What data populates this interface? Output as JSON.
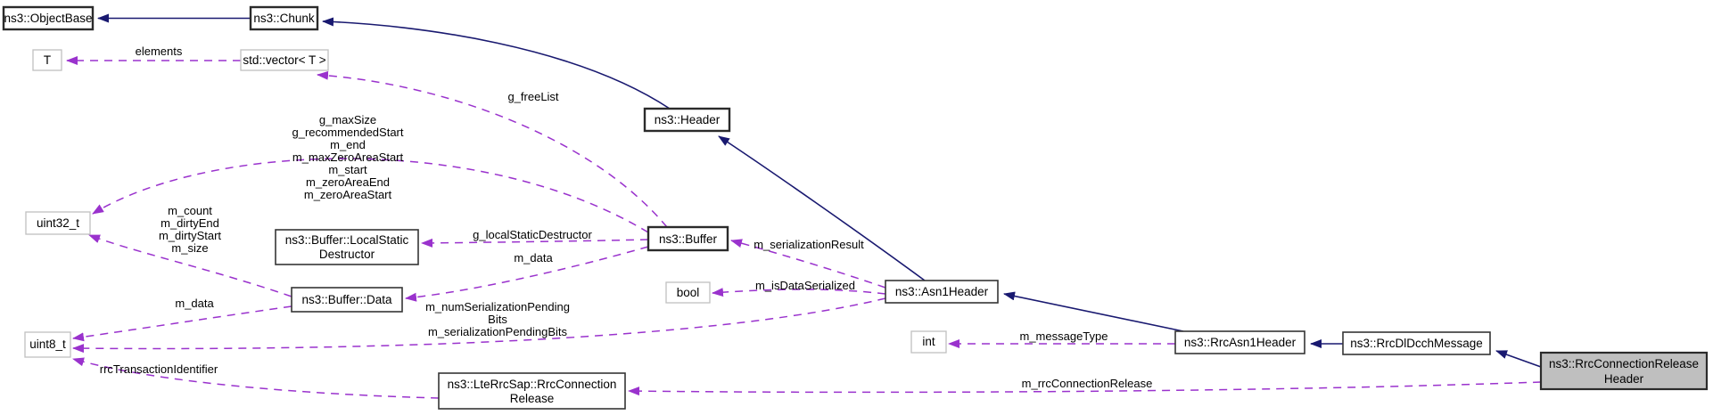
{
  "diagram": {
    "kind": "collaboration-graph",
    "colors": {
      "inheritance_edge": "#191970",
      "usage_edge": "#9a32cd",
      "selected_node_fill": "#bfbfbf",
      "class_node_border": "#353535",
      "primitive_node_border": "#c0c0c0",
      "background": "#ffffff"
    }
  },
  "nodes": {
    "object_base": {
      "label": "ns3::ObjectBase"
    },
    "chunk": {
      "label": "ns3::Chunk"
    },
    "t": {
      "label": "T"
    },
    "std_vector": {
      "label": "std::vector< T >"
    },
    "header": {
      "label": "ns3::Header"
    },
    "uint32": {
      "label": "uint32_t"
    },
    "buffer_local_static_destructor": {
      "line1": "ns3::Buffer::LocalStatic",
      "line2": "Destructor"
    },
    "buffer": {
      "label": "ns3::Buffer"
    },
    "buffer_data": {
      "label": "ns3::Buffer::Data"
    },
    "uint8": {
      "label": "uint8_t"
    },
    "bool": {
      "label": "bool"
    },
    "asn1_header": {
      "label": "ns3::Asn1Header"
    },
    "int": {
      "label": "int"
    },
    "rrc_asn1_header": {
      "label": "ns3::RrcAsn1Header"
    },
    "rrc_dl_dcch_message": {
      "label": "ns3::RrcDlDcchMessage"
    },
    "rrc_connection_release_header": {
      "line1": "ns3::RrcConnectionRelease",
      "line2": "Header"
    },
    "lte_rrc_sap_rrc_connection_release": {
      "line1": "ns3::LteRrcSap::RrcConnection",
      "line2": "Release"
    }
  },
  "edge_labels": {
    "elements": "elements",
    "g_freeList": "g_freeList",
    "buffer_to_uint32": [
      "g_maxSize",
      "g_recommendedStart",
      "m_end",
      "m_maxZeroAreaStart",
      "m_start",
      "m_zeroAreaEnd",
      "m_zeroAreaStart"
    ],
    "buffer_data_to_uint32": [
      "m_count",
      "m_dirtyEnd",
      "m_dirtyStart",
      "m_size"
    ],
    "g_localStaticDestructor": "g_localStaticDestructor",
    "m_data_buffer": "m_data",
    "m_serializationResult": "m_serializationResult",
    "m_isDataSerialized": "m_isDataSerialized",
    "asn1_to_uint8": [
      "m_numSerializationPending",
      "Bits",
      "m_serializationPendingBits"
    ],
    "m_data_buffer_data": "m_data",
    "rrcTransactionIdentifier": "rrcTransactionIdentifier",
    "m_messageType": "m_messageType",
    "m_rrcConnectionRelease": "m_rrcConnectionRelease"
  }
}
